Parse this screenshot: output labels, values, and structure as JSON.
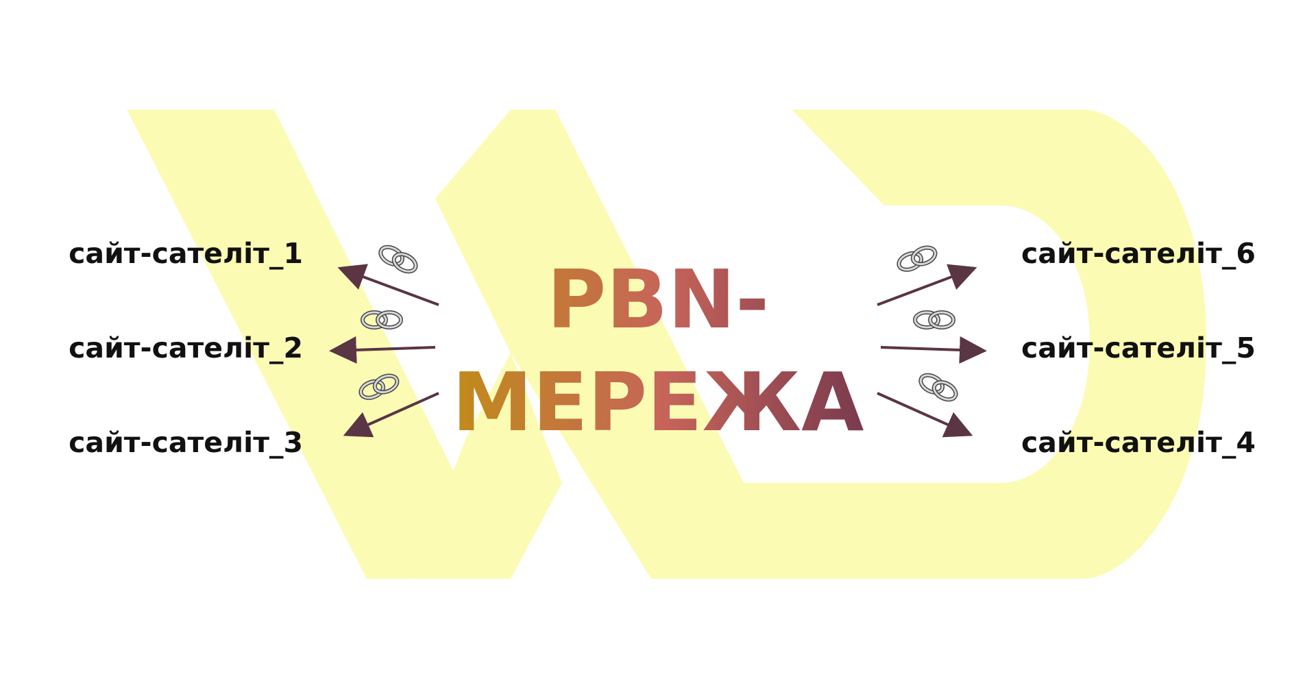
{
  "title_line_1": "PBN-",
  "title_line_2": "МЕРЕЖА",
  "satellites_left": [
    {
      "label": "сайт-сателіт_1"
    },
    {
      "label": "сайт-сателіт_2"
    },
    {
      "label": "сайт-сателіт_3"
    }
  ],
  "satellites_right": [
    {
      "label": "сайт-сателіт_6"
    },
    {
      "label": "сайт-сателіт_5"
    },
    {
      "label": "сайт-сателіт_4"
    }
  ],
  "colors": {
    "background": "#ffffff",
    "logo_watermark": "#fbfbb4",
    "arrow": "#5a3544",
    "title_gradient_start": "#c1891e",
    "title_gradient_mid": "#c6645a",
    "title_gradient_end": "#7a3a4e",
    "label_text": "#111111"
  },
  "icons": {
    "link": "chain-link-icon",
    "arrow": "arrow-icon"
  }
}
